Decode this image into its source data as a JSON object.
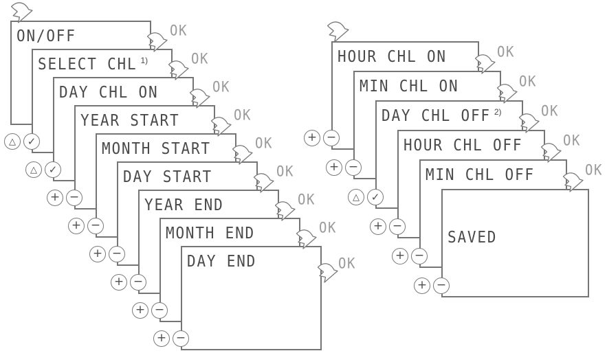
{
  "colors": {
    "background": "#ffffff",
    "panel_border": "#757575",
    "lcd_text": "#4a4a4a",
    "ok_text": "#9a9a9a",
    "button_symbol": "#4d4d4d"
  },
  "labels": {
    "ok": "OK"
  },
  "icons": {
    "plus": "+",
    "minus": "−",
    "up_triangle": "△",
    "check": "✓"
  },
  "left_flow": {
    "panels": [
      {
        "label": "ON/OFF",
        "sup": "",
        "buttons": ""
      },
      {
        "label": "SELECT CHL",
        "sup": "1)",
        "buttons": "up-check"
      },
      {
        "label": "DAY CHL ON",
        "sup": "",
        "buttons": "up-check"
      },
      {
        "label": "YEAR START",
        "sup": "",
        "buttons": "plus-minus"
      },
      {
        "label": "MONTH START",
        "sup": "",
        "buttons": "plus-minus"
      },
      {
        "label": "DAY START",
        "sup": "",
        "buttons": "plus-minus"
      },
      {
        "label": "YEAR END",
        "sup": "",
        "buttons": "plus-minus"
      },
      {
        "label": "MONTH END",
        "sup": "",
        "buttons": "plus-minus"
      },
      {
        "label": "DAY END",
        "sup": "",
        "buttons": "plus-minus"
      }
    ]
  },
  "right_flow": {
    "panels": [
      {
        "label": "HOUR CHL ON",
        "sup": "",
        "buttons": "plus-minus"
      },
      {
        "label": "MIN CHL ON",
        "sup": "",
        "buttons": "plus-minus"
      },
      {
        "label": "DAY CHL OFF",
        "sup": "2)",
        "buttons": "up-check"
      },
      {
        "label": "HOUR CHL OFF",
        "sup": "",
        "buttons": "plus-minus"
      },
      {
        "label": "MIN CHL OFF",
        "sup": "",
        "buttons": "plus-minus"
      },
      {
        "label": "SAVED",
        "sup": "",
        "buttons": "plus-minus"
      }
    ]
  }
}
